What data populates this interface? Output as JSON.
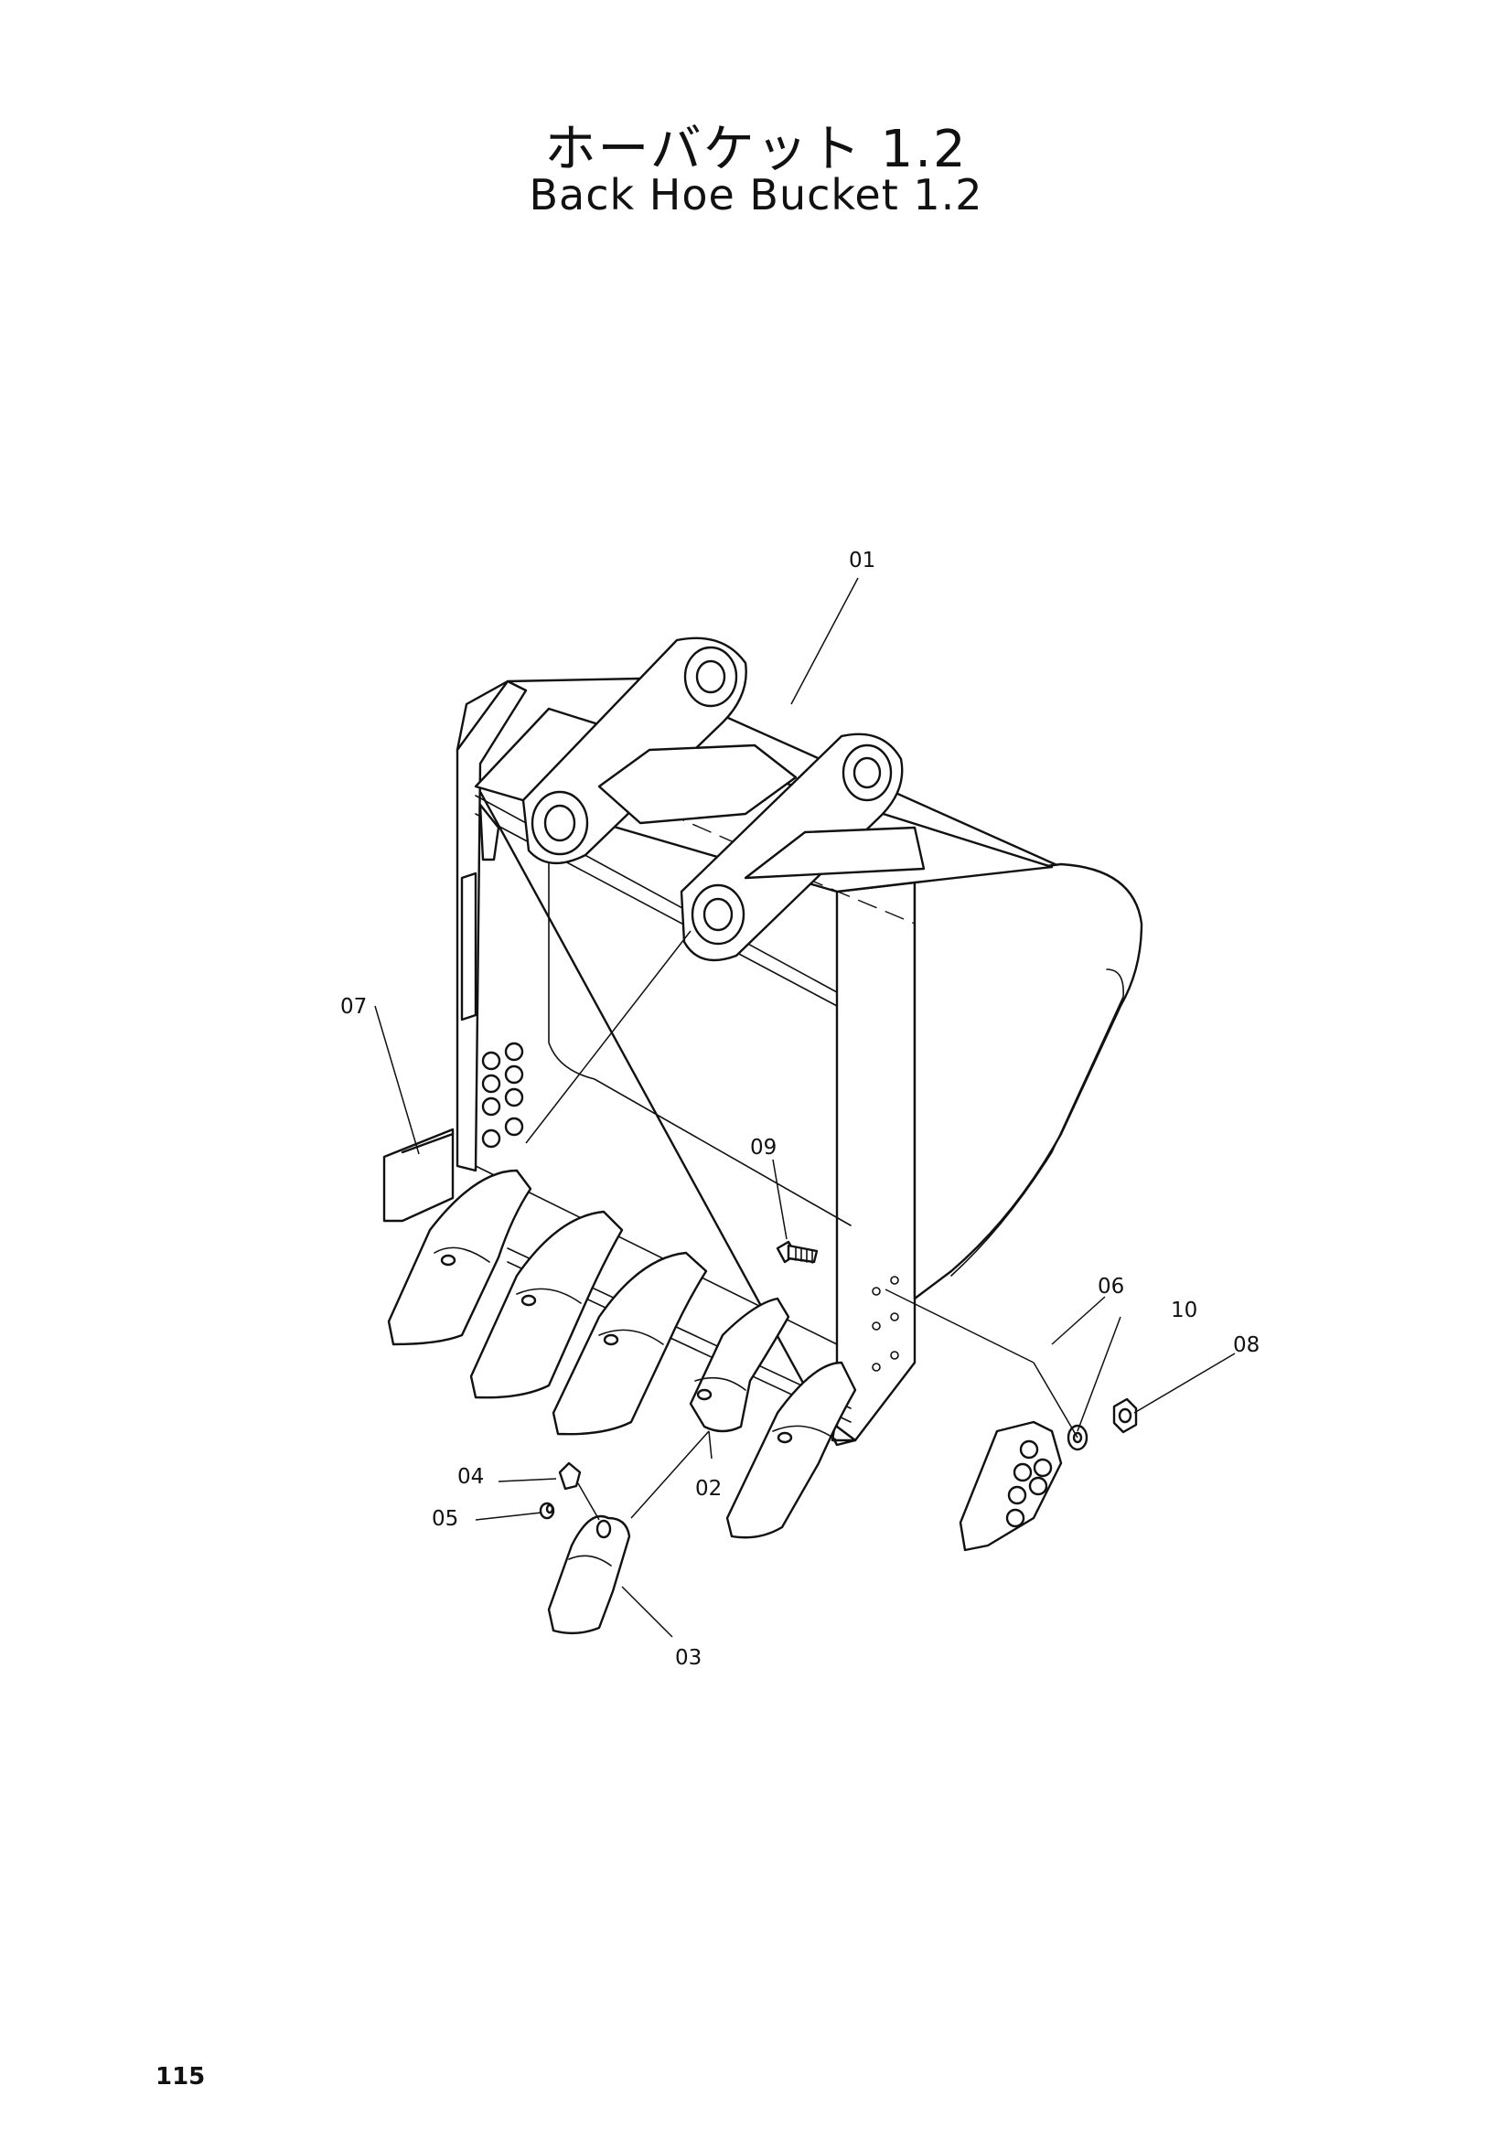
{
  "title": {
    "japanese": "ホーバケット 1.2",
    "english": "Back Hoe Bucket 1.2"
  },
  "page_number": "115",
  "callouts": {
    "c01": "01",
    "c02": "02",
    "c03": "03",
    "c04": "04",
    "c05": "05",
    "c06": "06",
    "c07": "07",
    "c08": "08",
    "c09": "09",
    "c10": "10"
  }
}
